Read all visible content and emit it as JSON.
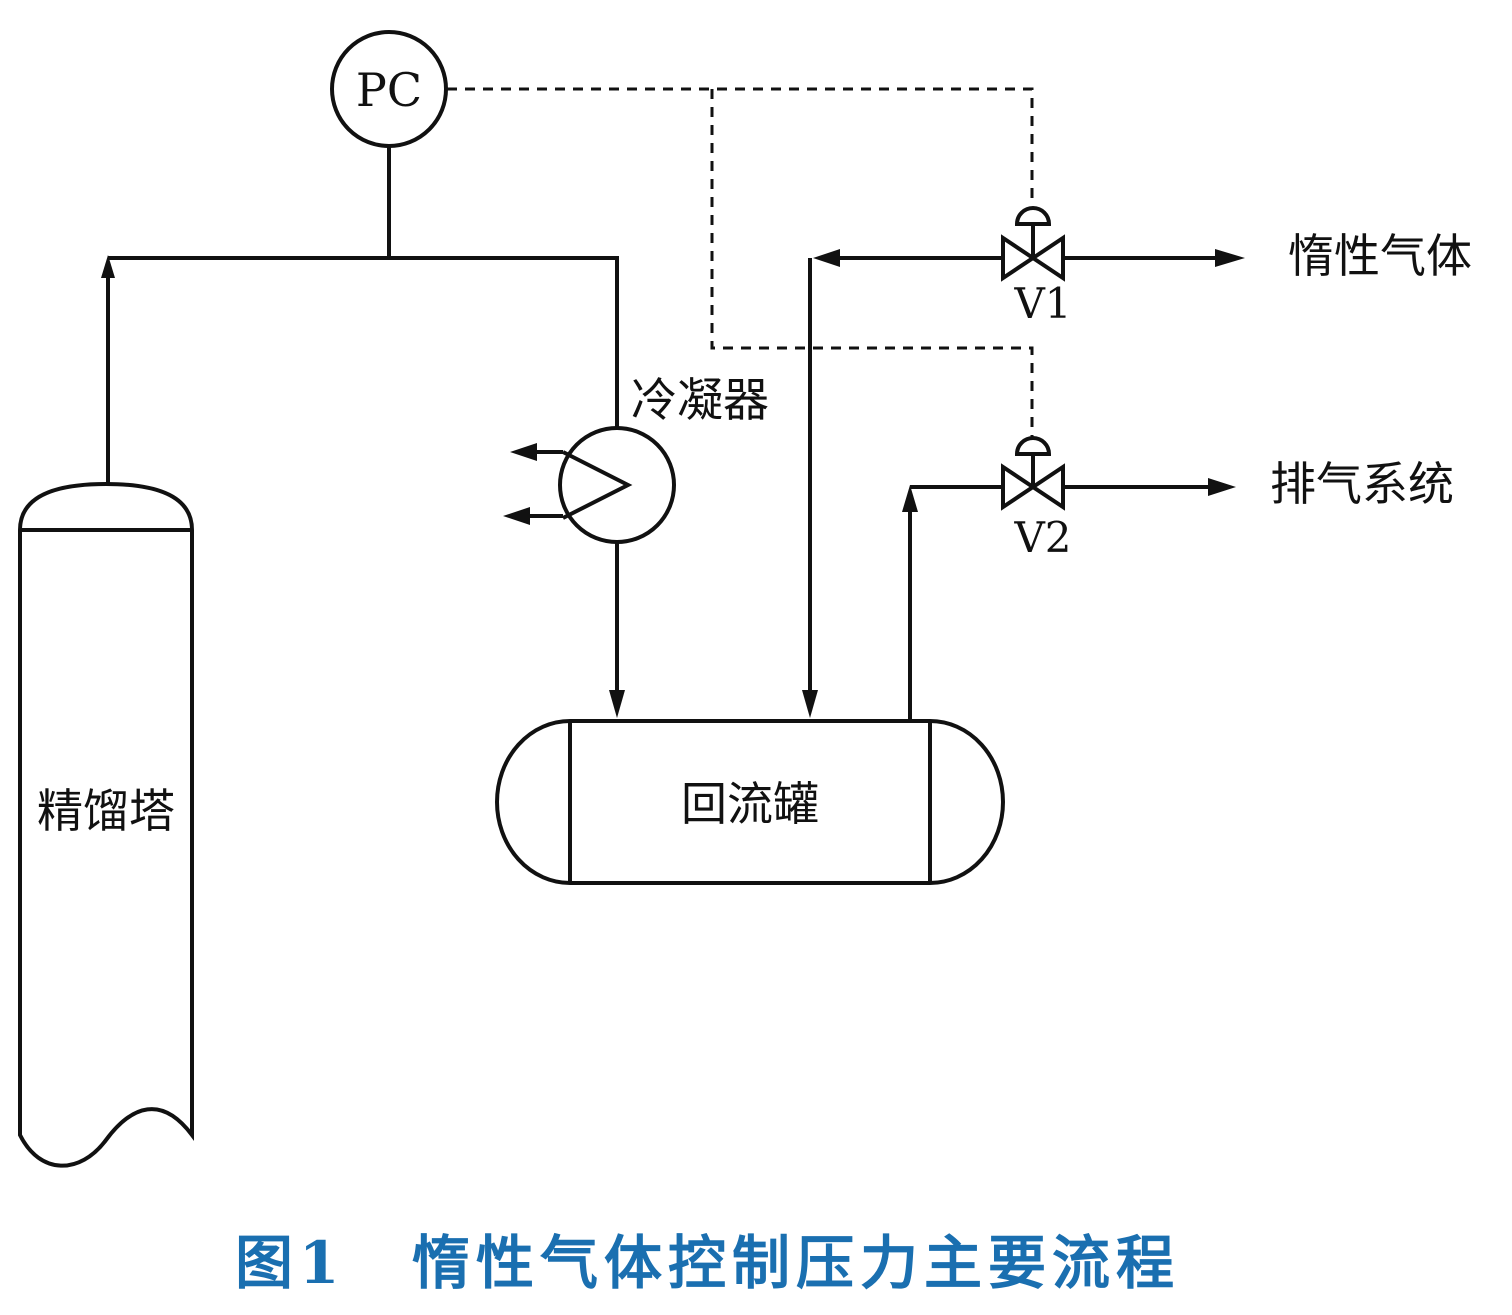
{
  "diagram": {
    "controller_label": "PC",
    "column_label": "精馏塔",
    "condenser_label": "冷凝器",
    "drum_label": "回流罐",
    "valve1_label": "V1",
    "valve2_label": "V2",
    "inert_gas_label": "惰性气体",
    "vent_label": "排气系统"
  },
  "caption": {
    "figure_number": "图1",
    "title": "惰性气体控制压力主要流程",
    "color": "#1a6fb0"
  }
}
